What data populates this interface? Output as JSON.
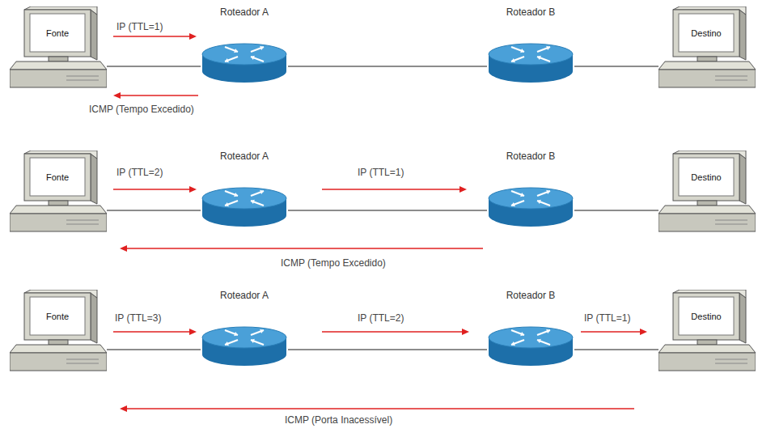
{
  "diagram": {
    "nodes": [
      {
        "text": [
          "Fonte"
        ]
      },
      {
        "text": [
          "Roteador A"
        ]
      },
      {
        "text": [
          "Roteador B"
        ]
      },
      {
        "text": [
          "Destino"
        ]
      },
      {
        "text": [
          "Fonte"
        ]
      },
      {
        "text": [
          "Roteador A"
        ]
      },
      {
        "text": [
          "Roteador B"
        ]
      },
      {
        "text": [
          "Destino"
        ]
      },
      {
        "text": [
          "Fonte"
        ]
      },
      {
        "text": [
          "Roteador A"
        ]
      },
      {
        "text": [
          "Roteador B"
        ]
      },
      {
        "text": [
          "Destino"
        ]
      }
    ],
    "edges": [
      {
        "from": 0,
        "to": 1,
        "arrow": "none"
      },
      {
        "from": 1,
        "to": 2,
        "arrow": "none"
      },
      {
        "from": 2,
        "to": 3,
        "arrow": "none"
      },
      {
        "from": 0,
        "to": 1,
        "label": "IP (TTL=1)",
        "arrow": "to"
      },
      {
        "from": 1,
        "to": 0,
        "label": "ICMP (Tempo Excedido)",
        "arrow": "to"
      },
      {
        "from": 4,
        "to": 5,
        "arrow": "none"
      },
      {
        "from": 5,
        "to": 6,
        "arrow": "none"
      },
      {
        "from": 6,
        "to": 7,
        "arrow": "none"
      },
      {
        "from": 4,
        "to": 5,
        "label": "IP (TTL=2)",
        "arrow": "to"
      },
      {
        "from": 5,
        "to": 6,
        "label": "IP (TTL=1)",
        "arrow": "to"
      },
      {
        "from": 6,
        "to": 4,
        "label": "ICMP (Tempo Excedido)",
        "arrow": "to"
      },
      {
        "from": 8,
        "to": 9,
        "arrow": "none"
      },
      {
        "from": 9,
        "to": 10,
        "arrow": "none"
      },
      {
        "from": 10,
        "to": 11,
        "arrow": "none"
      },
      {
        "from": 8,
        "to": 9,
        "label": "IP (TTL=3)",
        "arrow": "to"
      },
      {
        "from": 9,
        "to": 10,
        "label": "IP (TTL=2)",
        "arrow": "to"
      },
      {
        "from": 10,
        "to": 11,
        "label": "IP (TTL=1)",
        "arrow": "to"
      },
      {
        "from": 11,
        "to": 8,
        "label": "ICMP (Porta Inacessível)",
        "arrow": "to"
      }
    ]
  }
}
